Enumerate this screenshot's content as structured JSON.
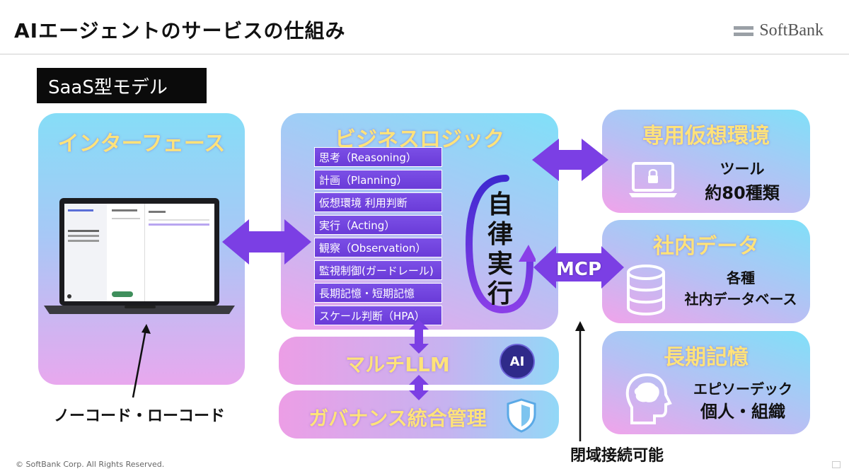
{
  "header": {
    "title": "AIエージェントのサービスの仕組み",
    "brand": "SoftBank"
  },
  "model_tag": "SaaS型モデル",
  "interface": {
    "title": "インターフェース",
    "caption": "ノーコード・ローコード"
  },
  "business_logic": {
    "title": "ビジネスロジック",
    "items": [
      "思考（Reasoning）",
      "計画（Planning）",
      "仮想環境 利用判断",
      "実行（Acting）",
      "観察（Observation）",
      "監視制御(ガードレール)",
      "長期記憶・短期記憶",
      "スケール判断（HPA）"
    ],
    "autonomous": [
      "自",
      "律",
      "実",
      "行"
    ]
  },
  "multi_llm": {
    "title": "マルチLLM",
    "badge": "AI"
  },
  "governance": {
    "title": "ガバナンス統合管理"
  },
  "virtual_env": {
    "title": "専用仮想環境",
    "line1": "ツール",
    "line2": "約80種類"
  },
  "internal_data": {
    "title": "社内データ",
    "line1": "各種",
    "line2": "社内データベース",
    "connector": "MCP"
  },
  "long_term_memory": {
    "title": "長期記憶",
    "line1": "エピソーデック",
    "line2": "個人・組織"
  },
  "closed_network": "閉域接続可能",
  "footer": "© SoftBank Corp. All Rights Reserved.",
  "colors": {
    "arrow": "#7b3fe4",
    "title_yellow": "#ffe37a",
    "item_purple": "#6a3bd8"
  }
}
